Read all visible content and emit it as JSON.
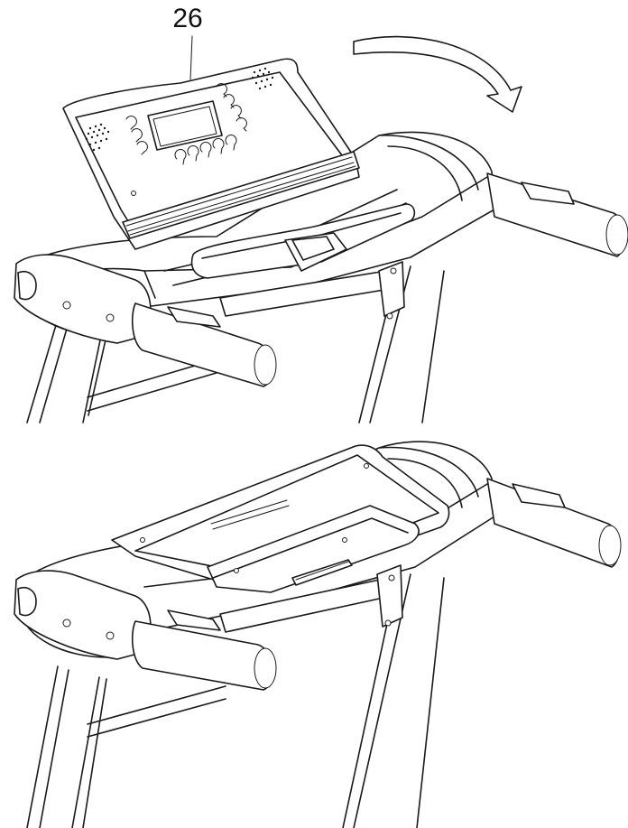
{
  "figure": {
    "callout_label": "26",
    "line_color": "#1a1a1a",
    "background": "#ffffff",
    "top_view": {
      "state": "console-raised",
      "arrow": "fold-down-arrow"
    },
    "bottom_view": {
      "state": "console-folded"
    }
  }
}
